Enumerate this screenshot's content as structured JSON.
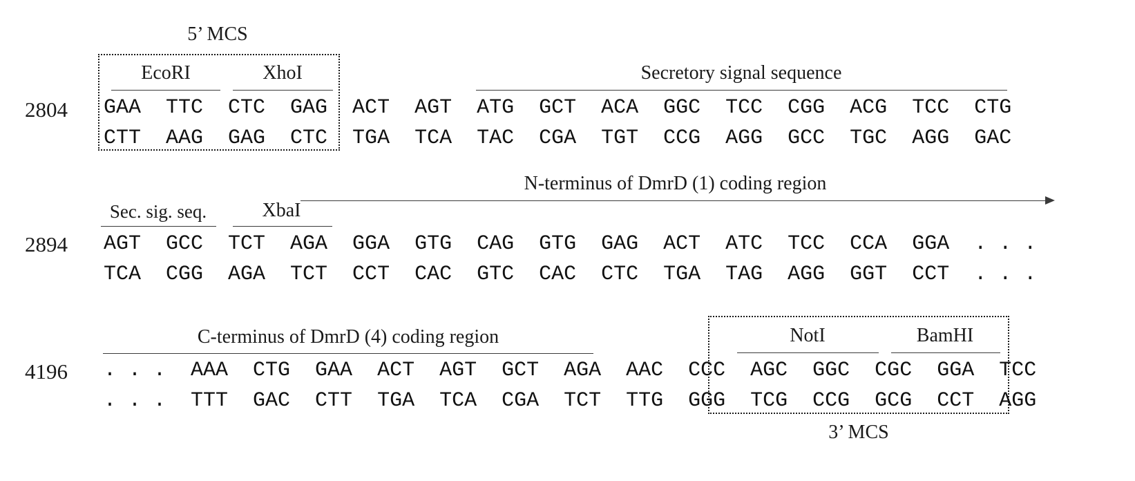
{
  "figure": {
    "type": "dna-sequence-map",
    "description": "Annotated double-stranded DNA sequence map of vector multiple cloning sites flanking a DmrD coding region",
    "background_color": "#ffffff",
    "text_color": "#1a1a1a",
    "rule_color": "#3a3a3a"
  },
  "boxes": {
    "five_prime_mcs": {
      "label": "5’ MCS"
    },
    "three_prime_mcs": {
      "label": "3’ MCS"
    }
  },
  "rows": [
    {
      "number": "2804",
      "top_strand": "GAA  TTC  CTC  GAG  ACT  AGT  ATG  GCT  ACA  GGC  TCC  CGG  ACG  TCC  CTG",
      "bottom_strand": "CTT  AAG  GAG  CTC  TGA  TCA  TAC  CGA  TGT  CCG  AGG  GCC  TGC  AGG  GAC",
      "top_codons": [
        "GAA",
        "TTC",
        "CTC",
        "GAG",
        "ACT",
        "AGT",
        "ATG",
        "GCT",
        "ACA",
        "GGC",
        "TCC",
        "CGG",
        "ACG",
        "TCC",
        "CTG"
      ],
      "bottom_codons": [
        "CTT",
        "AAG",
        "GAG",
        "CTC",
        "TGA",
        "TCA",
        "TAC",
        "CGA",
        "TGT",
        "CCG",
        "AGG",
        "GCC",
        "TGC",
        "AGG",
        "GAC"
      ],
      "annotations": [
        {
          "label": "EcoRI",
          "spans_codons": [
            "GAA",
            "TTC"
          ]
        },
        {
          "label": "XhoI",
          "spans_codons": [
            "CTC",
            "GAG"
          ]
        },
        {
          "label": "Secretory signal sequence",
          "spans_codons": [
            "ATG",
            "GCT",
            "ACA",
            "GGC",
            "TCC",
            "CGG",
            "ACG",
            "TCC",
            "CTG"
          ]
        }
      ]
    },
    {
      "number": "2894",
      "top_strand": "AGT  GCC  TCT  AGA  GGA  GTG  CAG  GTG  GAG  ACT  ATC  TCC  CCA  GGA  . . .",
      "bottom_strand": "TCA  CGG  AGA  TCT  CCT  CAC  GTC  CAC  CTC  TGA  TAG  AGG  GGT  CCT  . . .",
      "top_codons": [
        "AGT",
        "GCC",
        "TCT",
        "AGA",
        "GGA",
        "GTG",
        "CAG",
        "GTG",
        "GAG",
        "ACT",
        "ATC",
        "TCC",
        "CCA",
        "GGA",
        "..."
      ],
      "bottom_codons": [
        "TCA",
        "CGG",
        "AGA",
        "TCT",
        "CCT",
        "CAC",
        "GTC",
        "CAC",
        "CTC",
        "TGA",
        "TAG",
        "AGG",
        "GGT",
        "CCT",
        "..."
      ],
      "annotations": [
        {
          "label": "Sec. sig. seq.",
          "spans_codons": [
            "AGT",
            "GCC"
          ]
        },
        {
          "label": "XbaI",
          "spans_codons": [
            "TCT",
            "AGA"
          ]
        },
        {
          "label": "N-terminus of DmrD (1) coding region",
          "spans_codons": [
            "AGA",
            "GGA",
            "GTG",
            "CAG",
            "GTG",
            "GAG",
            "ACT",
            "ATC",
            "TCC",
            "CCA",
            "GGA"
          ],
          "has_arrow": true
        }
      ]
    },
    {
      "number": "4196",
      "top_strand": ". . .  AAA  CTG  GAA  ACT  AGT  GCT  AGA  AAC  CCC  AGC  GGC  CGC  GGA  TCC",
      "bottom_strand": ". . .  TTT  GAC  CTT  TGA  TCA  CGA  TCT  TTG  GGG  TCG  CCG  GCG  CCT  AGG",
      "top_codons": [
        "...",
        "AAA",
        "CTG",
        "GAA",
        "ACT",
        "AGT",
        "GCT",
        "AGA",
        "AAC",
        "CCC",
        "AGC",
        "GGC",
        "CGC",
        "GGA",
        "TCC"
      ],
      "bottom_codons": [
        "...",
        "TTT",
        "GAC",
        "CTT",
        "TGA",
        "TCA",
        "CGA",
        "TCT",
        "TTG",
        "GGG",
        "TCG",
        "CCG",
        "GCG",
        "CCT",
        "AGG"
      ],
      "annotations": [
        {
          "label": "C-terminus of DmrD (4) coding region",
          "spans_codons": [
            "...",
            "AAA",
            "CTG",
            "GAA",
            "ACT",
            "AGT",
            "GCT",
            "AGA"
          ]
        },
        {
          "label": "NotI",
          "spans_codons": [
            "GGC",
            "CGC"
          ]
        },
        {
          "label": "BamHI",
          "spans_codons": [
            "GGA",
            "TCC"
          ]
        }
      ]
    }
  ]
}
